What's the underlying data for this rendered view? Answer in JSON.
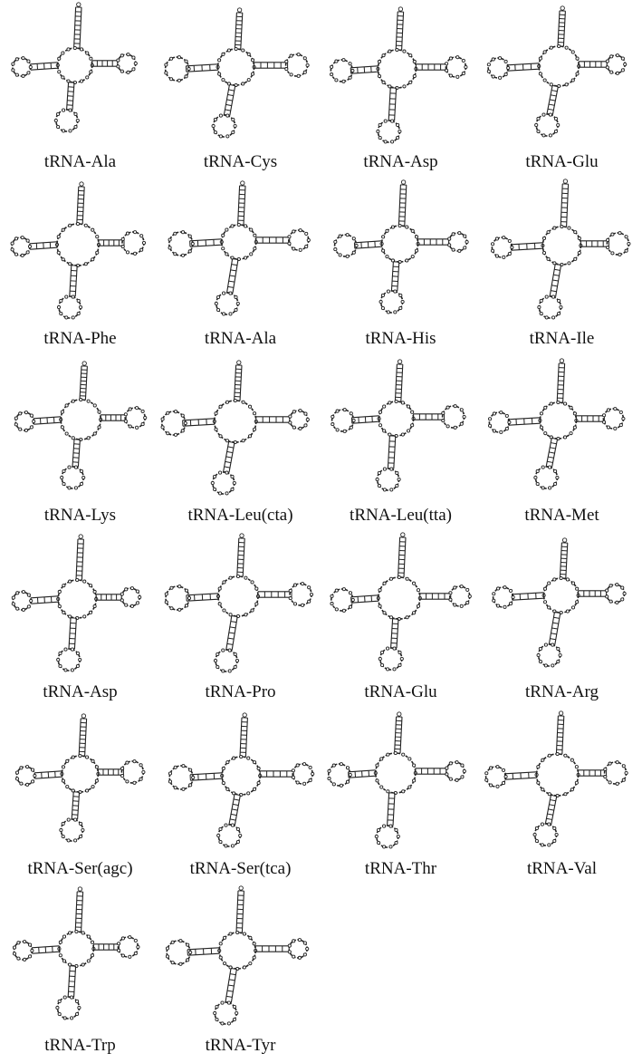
{
  "figure": {
    "panels": [
      {
        "label": "tRNA-Ala"
      },
      {
        "label": "tRNA-Cys"
      },
      {
        "label": "tRNA-Asp"
      },
      {
        "label": "tRNA-Glu"
      },
      {
        "label": "tRNA-Phe"
      },
      {
        "label": "tRNA-Ala"
      },
      {
        "label": "tRNA-His"
      },
      {
        "label": "tRNA-Ile"
      },
      {
        "label": "tRNA-Lys"
      },
      {
        "label": "tRNA-Leu(cta)"
      },
      {
        "label": "tRNA-Leu(tta)"
      },
      {
        "label": "tRNA-Met"
      },
      {
        "label": "tRNA-Asp"
      },
      {
        "label": "tRNA-Pro"
      },
      {
        "label": "tRNA-Glu"
      },
      {
        "label": "tRNA-Arg"
      },
      {
        "label": "tRNA-Ser(agc)"
      },
      {
        "label": "tRNA-Ser(tca)"
      },
      {
        "label": "tRNA-Thr"
      },
      {
        "label": "tRNA-Val"
      },
      {
        "label": "tRNA-Trp"
      },
      {
        "label": "tRNA-Tyr"
      }
    ]
  },
  "style": {
    "stroke_color": "#222222",
    "caption_color": "#111111",
    "background": "#ffffff"
  }
}
